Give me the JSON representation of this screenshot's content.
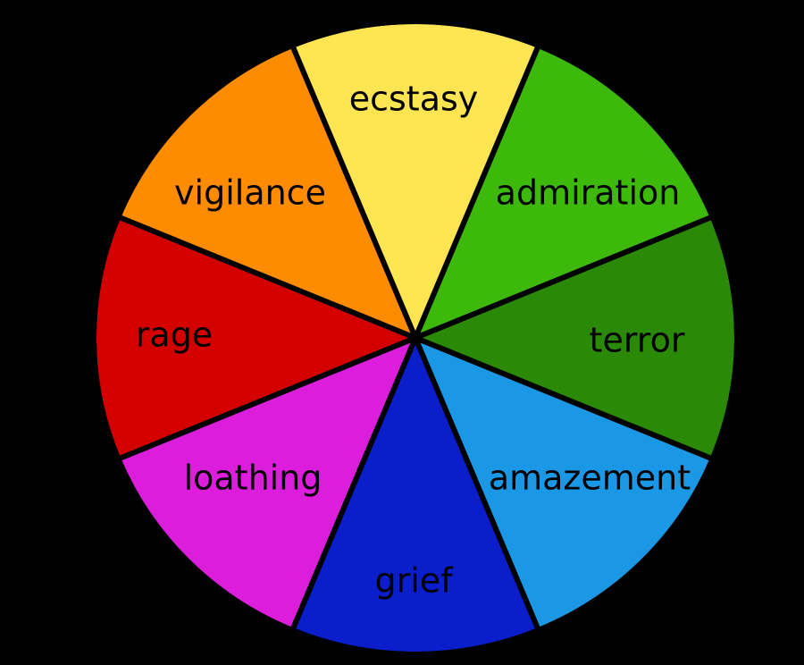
{
  "chart_data": {
    "type": "pie",
    "title": "",
    "slices": [
      {
        "label": "ecstasy",
        "value": 1,
        "color": "#FFE552"
      },
      {
        "label": "admiration",
        "value": 1,
        "color": "#3CB90A"
      },
      {
        "label": "terror",
        "value": 1,
        "color": "#2A8A08"
      },
      {
        "label": "amazement",
        "value": 1,
        "color": "#1A98E6"
      },
      {
        "label": "grief",
        "value": 1,
        "color": "#0A1ECC"
      },
      {
        "label": "loathing",
        "value": 1,
        "color": "#DC1EDC"
      },
      {
        "label": "rage",
        "value": 1,
        "color": "#D40000"
      },
      {
        "label": "vigilance",
        "value": 1,
        "color": "#FF8C00"
      }
    ],
    "background": "#000000",
    "outline_color": "#000000"
  }
}
